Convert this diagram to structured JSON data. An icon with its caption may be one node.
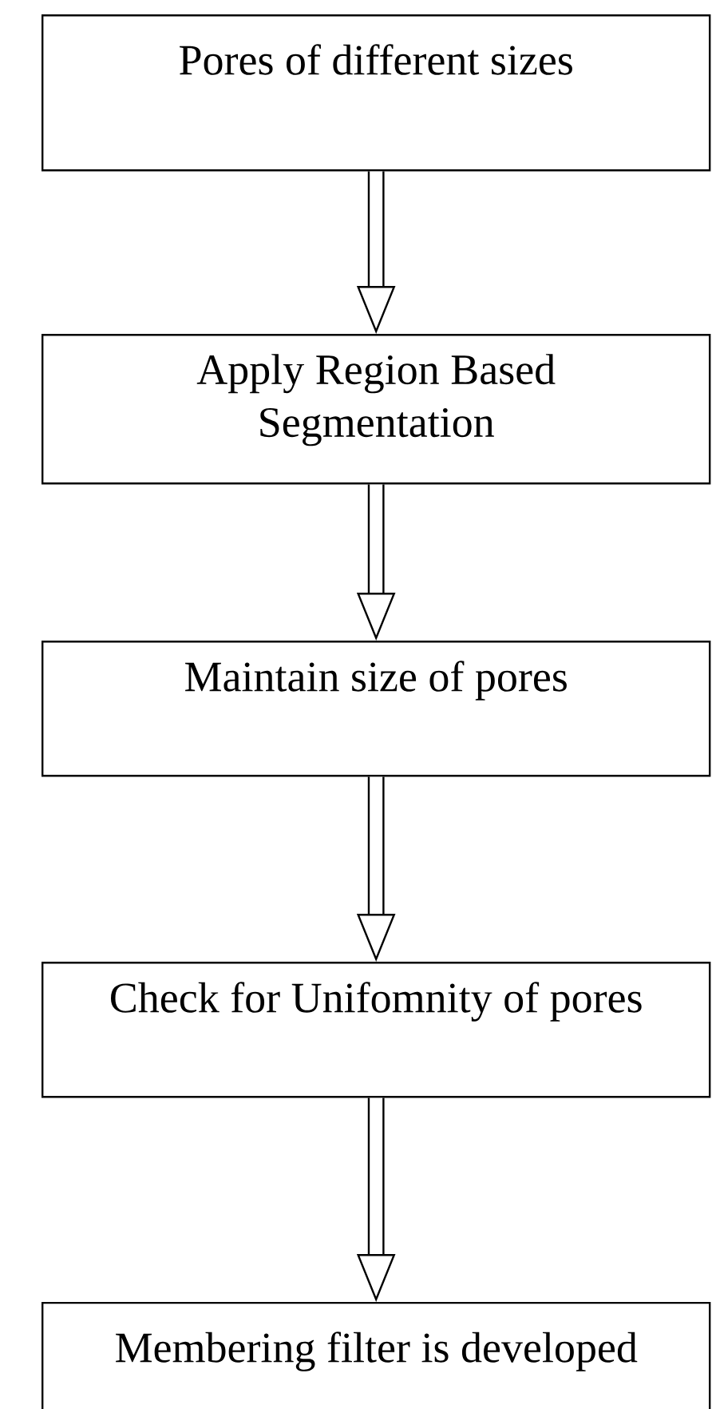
{
  "diagram": {
    "nodes": [
      {
        "text": [
          "Pores of different sizes"
        ]
      },
      {
        "text": [
          "Apply Region Based Segmentation"
        ]
      },
      {
        "text": [
          "Maintain size of pores"
        ]
      },
      {
        "text": [
          "Check for Unifomnity of pores"
        ]
      },
      {
        "text": [
          "Membering filter is developed"
        ]
      }
    ],
    "edges": [
      {
        "from": 0,
        "to": 1,
        "arrow": "to"
      },
      {
        "from": 1,
        "to": 2,
        "arrow": "to"
      },
      {
        "from": 2,
        "to": 3,
        "arrow": "to"
      },
      {
        "from": 3,
        "to": 4,
        "arrow": "to"
      }
    ]
  }
}
